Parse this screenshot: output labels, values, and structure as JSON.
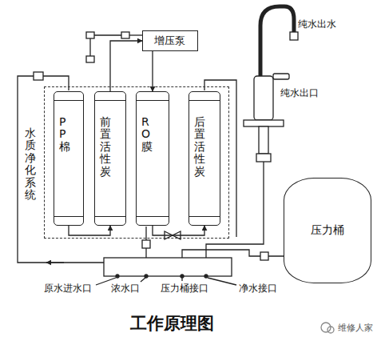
{
  "diagram": {
    "title": "工作原理图",
    "nodes": [
      {
        "text": [
          "水质净化系统"
        ]
      },
      {
        "text": [
          "PP棉"
        ],
        "in": 0
      },
      {
        "text": [
          "前置活性炭"
        ],
        "in": 0
      },
      {
        "text": [
          "RO膜"
        ],
        "in": 0
      },
      {
        "text": [
          "后置活性炭"
        ],
        "in": 0
      },
      {
        "text": [
          "增压泵"
        ]
      },
      {
        "text": [
          "压力桶"
        ]
      }
    ],
    "edges": [
      {
        "from": 1,
        "to": 2,
        "arrow": "to"
      },
      {
        "from": 2,
        "to": 5,
        "arrow": "to"
      },
      {
        "from": 5,
        "to": 3,
        "arrow": "to"
      },
      {
        "from": 3,
        "to": 4,
        "arrow": "to"
      }
    ],
    "labels": [
      "纯水出水",
      "纯水出口",
      "原水进水口",
      "浓水口",
      "压力桶接口",
      "净水接口",
      "维修人家"
    ]
  }
}
